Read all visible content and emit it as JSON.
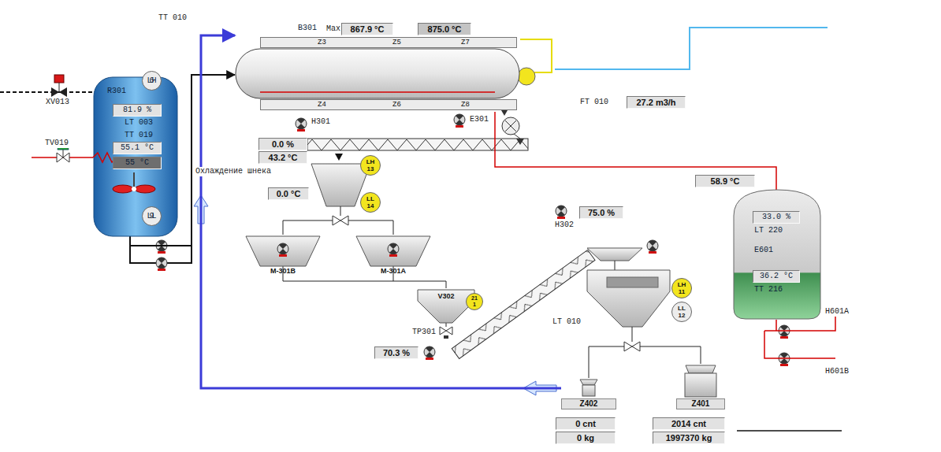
{
  "diagram": {
    "nodes": [
      {
        "text": [
          "B301"
        ]
      },
      {
        "text": [
          "Z3",
          "Z5",
          "Z7"
        ],
        "in": 0
      },
      {
        "text": [
          "Z4",
          "Z6",
          "Z8"
        ],
        "in": 0
      },
      {
        "text": [
          "867.9 °C"
        ]
      },
      {
        "text": [
          "875.0 °C"
        ]
      },
      {
        "text": [
          "R301",
          "LT 003",
          "TT 019"
        ]
      },
      {
        "text": [
          "LH",
          "6"
        ],
        "in": 5
      },
      {
        "text": [
          "81.9 %"
        ],
        "in": 5
      },
      {
        "text": [
          "55.1 °C"
        ],
        "in": 5
      },
      {
        "text": [
          "55 °C"
        ],
        "in": 5
      },
      {
        "text": [
          "LL",
          "9"
        ],
        "in": 5
      },
      {
        "text": [
          "27.2 m3/h"
        ]
      },
      {
        "text": [
          "0.0 %"
        ]
      },
      {
        "text": [
          "43.2 °C"
        ]
      },
      {
        "text": [
          "LH",
          "13"
        ]
      },
      {
        "text": [
          "LL",
          "14"
        ]
      },
      {
        "text": [
          "0.0 °C"
        ]
      },
      {
        "text": [
          "M-301B"
        ]
      },
      {
        "text": [
          "M-301A"
        ]
      },
      {
        "text": [
          "58.9 °C"
        ]
      },
      {
        "text": [
          "LT 220",
          "E601",
          "TT 216"
        ]
      },
      {
        "text": [
          "33.0 %"
        ],
        "in": 20
      },
      {
        "text": [
          "36.2 °C"
        ],
        "in": 20
      },
      {
        "text": [
          "75.0 %"
        ]
      },
      {
        "text": [
          "V302"
        ]
      },
      {
        "text": [
          "21",
          "1"
        ]
      },
      {
        "text": [
          "70.3 %"
        ]
      },
      {
        "text": [
          "LH",
          "11"
        ]
      },
      {
        "text": [
          "LL",
          "12"
        ]
      },
      {
        "text": [
          "Z402"
        ]
      },
      {
        "text": [
          "0 cnt"
        ]
      },
      {
        "text": [
          "0 kg"
        ]
      },
      {
        "text": [
          "Z401"
        ]
      },
      {
        "text": [
          "2014 cnt"
        ]
      },
      {
        "text": [
          "1997370 kg"
        ]
      }
    ],
    "edges": [
      {
        "from": 5,
        "to": 0,
        "arrow": "to"
      },
      {
        "from": 29,
        "to": 0,
        "arrow": "to"
      },
      {
        "from": 0,
        "to": 20,
        "arrow": "none"
      }
    ],
    "labels": [
      "TT 010",
      "Max",
      "XV013",
      "TV019",
      "H301",
      "E301",
      "FT 010",
      "Охлаждение шнека",
      "H302",
      "TP301",
      "LT 010",
      "H601A",
      "H601B"
    ]
  }
}
